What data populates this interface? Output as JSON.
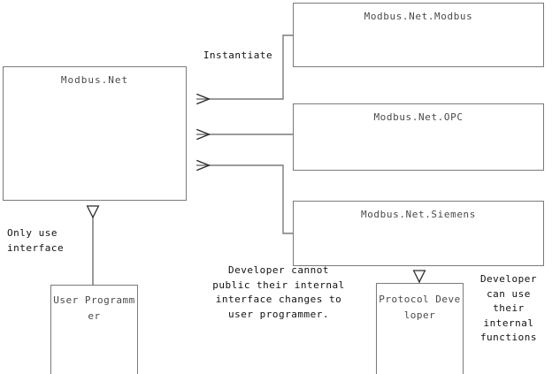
{
  "diagram": {
    "title": "Modbus.Net layered architecture",
    "stroke_color": "#7a7a7a",
    "text_color": "#4a4a4a",
    "note_color": "#111111",
    "background": "#ffffff"
  },
  "nodes": {
    "modbus_net": {
      "label": "Modbus.Net"
    },
    "modbus_net_modbus": {
      "label": "Modbus.Net.Modbus"
    },
    "modbus_net_opc": {
      "label": "Modbus.Net.OPC"
    },
    "modbus_net_siemens": {
      "label": "Modbus.Net.Siemens"
    },
    "user_programmer": {
      "label": "User Programmer"
    },
    "protocol_developer": {
      "label": "Protocol Developer"
    }
  },
  "notes": {
    "instantiate": "Instantiate",
    "only_use": "Only use interface",
    "cannot_public": "Developer cannot public their internal interface changes to user programmer.",
    "can_use": "Developer can use their internal functions"
  },
  "edges": [
    {
      "name": "modbus-to-core",
      "kind": "instantiate",
      "from": "modbus_net_modbus",
      "to": "modbus_net"
    },
    {
      "name": "opc-to-core",
      "kind": "instantiate",
      "from": "modbus_net_opc",
      "to": "modbus_net"
    },
    {
      "name": "siemens-to-core",
      "kind": "instantiate",
      "from": "modbus_net_siemens",
      "to": "modbus_net"
    },
    {
      "name": "user-to-core",
      "kind": "generalization",
      "from": "user_programmer",
      "to": "modbus_net"
    },
    {
      "name": "dev-to-siemens",
      "kind": "generalization",
      "from": "protocol_developer",
      "to": "modbus_net_siemens"
    }
  ]
}
